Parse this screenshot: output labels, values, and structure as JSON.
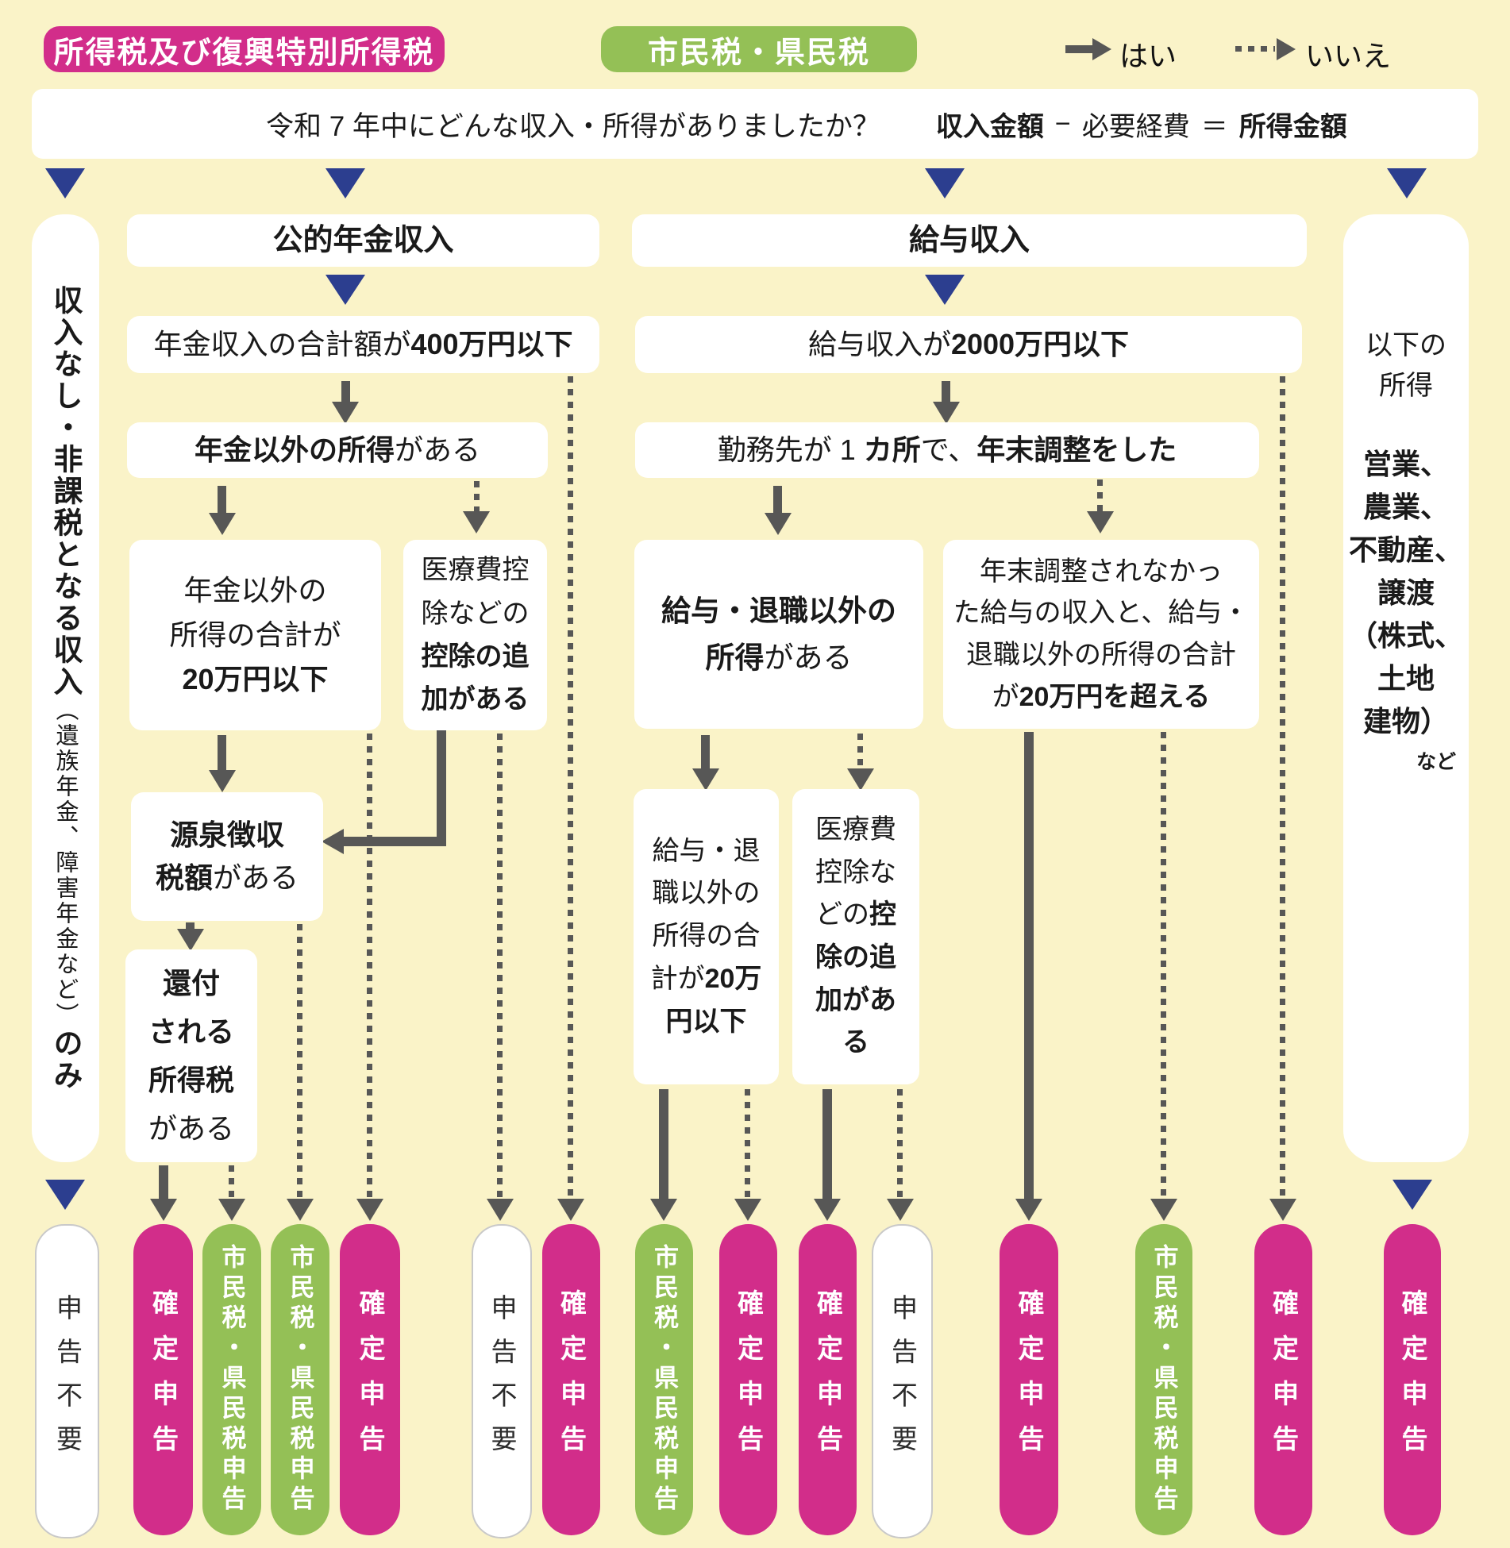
{
  "colors": {
    "background": "#faf3c8",
    "pink": "#d22d8a",
    "green": "#94c056",
    "navy_triangle": "#2c3e8f",
    "arrow_gray": "#575756",
    "box_white": "#ffffff"
  },
  "legend": {
    "income_tax_badge": "所得税及び復興特別所得税",
    "resident_tax_badge": "市民税・県民税",
    "yes_label": "はい",
    "no_label": "いいえ"
  },
  "header": {
    "question": "令和 7 年中にどんな収入・所得がありましたか？",
    "formula_income": "収入金額",
    "formula_minus": "−",
    "formula_expense": "必要経費",
    "formula_equals": "＝",
    "formula_result": "所得金額"
  },
  "left_column": {
    "main": "収入なし・非課税となる収入",
    "paren": "（遺族年金、障害年金など）",
    "suffix": "のみ"
  },
  "right_column": {
    "l1": "以下の",
    "l2": "所得",
    "items": [
      "営業、",
      "農業、",
      "不動産、",
      "譲渡",
      "（株式、",
      "土地",
      "建物）"
    ],
    "etc": "など"
  },
  "pension": {
    "header": "公的年金収入",
    "q_total_pre": "年金収入の合計額が",
    "q_total_bold": "400万円以下",
    "q_other_bold": "年金以外の所得",
    "q_other_post": "がある",
    "q20_l1": "年金以外の",
    "q20_l2": "所得の合計が",
    "q20_l3": "20万円以下",
    "qded_pre": "医療費控除などの",
    "qded_bold": "控除の追加がある",
    "qsrc_l1": "源泉徴収",
    "qsrc_l2_bold": "税額",
    "qsrc_l2": "がある",
    "qref_l1": "還付",
    "qref_l2": "される",
    "qref_l3": "所得税",
    "qref_l4": "がある"
  },
  "salary": {
    "header": "給与収入",
    "q_total_pre": "給与収入が",
    "q_total_bold": "2000万円以下",
    "qwork_t1": "勤務先が 1 ",
    "qwork_b1": "カ所",
    "qwork_t2": "で、",
    "qwork_b2": "年末調整をした",
    "qother_l1": "給与・退職以外の",
    "qother_l2_bold": "所得",
    "qother_l2": "がある",
    "qadj_l1": "年末調整されなかっ",
    "qadj_l2": "た給与の収入と、給与・",
    "qadj_l3": "退職以外の所得の合計",
    "qadj_l4": "が",
    "qadj_l4_bold": "20万円を超える",
    "q20_pre": "給与・退職以外の所得の合計が",
    "q20_bold": "20万円以下",
    "qded_pre": "医療費控除などの",
    "qded_bold": "控除の追加がある"
  },
  "pills": [
    {
      "label": "申告不要",
      "color": "white"
    },
    {
      "label": "確定申告",
      "color": "pink"
    },
    {
      "label": "市民税・県民税申告",
      "color": "green"
    },
    {
      "label": "市民税・県民税申告",
      "color": "green"
    },
    {
      "label": "確定申告",
      "color": "pink"
    },
    {
      "label": "申告不要",
      "color": "white"
    },
    {
      "label": "確定申告",
      "color": "pink"
    },
    {
      "label": "市民税・県民税申告",
      "color": "green"
    },
    {
      "label": "確定申告",
      "color": "pink"
    },
    {
      "label": "確定申告",
      "color": "pink"
    },
    {
      "label": "申告不要",
      "color": "white"
    },
    {
      "label": "確定申告",
      "color": "pink"
    },
    {
      "label": "市民税・県民税申告",
      "color": "green"
    },
    {
      "label": "確定申告",
      "color": "pink"
    },
    {
      "label": "確定申告",
      "color": "pink"
    }
  ]
}
